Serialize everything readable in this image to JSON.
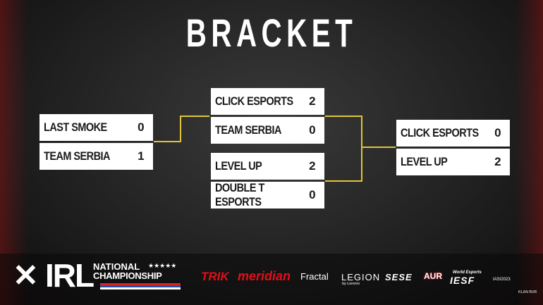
{
  "title": "BRACKET",
  "round1": [
    {
      "team1": "LAST SMOKE",
      "score1": "0",
      "team2": "TEAM SERBIA",
      "score2": "1"
    }
  ],
  "semis": [
    {
      "team1": "CLICK ESPORTS",
      "score1": "2",
      "team2": "TEAM SERBIA",
      "score2": "0"
    },
    {
      "team1": "LEVEL UP",
      "score1": "2",
      "team2": "DOUBLE T ESPORTS",
      "score2": "0"
    }
  ],
  "final": {
    "team1": "CLICK ESPORTS",
    "score1": "0",
    "team2": "LEVEL UP",
    "score2": "2"
  },
  "branding": {
    "irl": "IRL",
    "line1": "NATIONAL",
    "stars": "★★★★★",
    "line2": "CHAMPIONSHIP"
  },
  "sponsors": {
    "trik": "TRIK",
    "meridian": "meridian",
    "fractal": "Fractal",
    "legion": "LEGION",
    "legion_sub": "by Lenovo",
    "sesc": "SESE",
    "aur": "AUR",
    "iesf_top": "World Esports",
    "iesf": "IESF",
    "iasi": "IASI2023",
    "klan": "KLAN RUR"
  },
  "colors": {
    "connector": "#e0c53a",
    "accent_red": "#e0101a"
  }
}
